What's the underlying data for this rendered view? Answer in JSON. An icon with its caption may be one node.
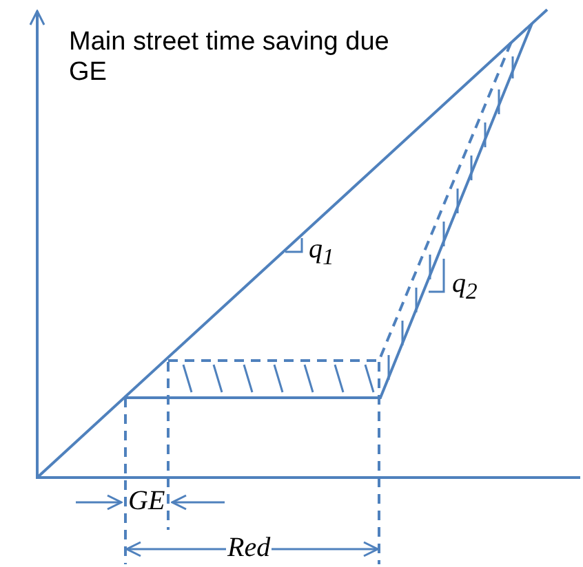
{
  "diagram": {
    "labels": [
      "Main street time saving due GE",
      "q$_{1}$",
      "q$_{2}$",
      "GE",
      "Red"
    ]
  }
}
